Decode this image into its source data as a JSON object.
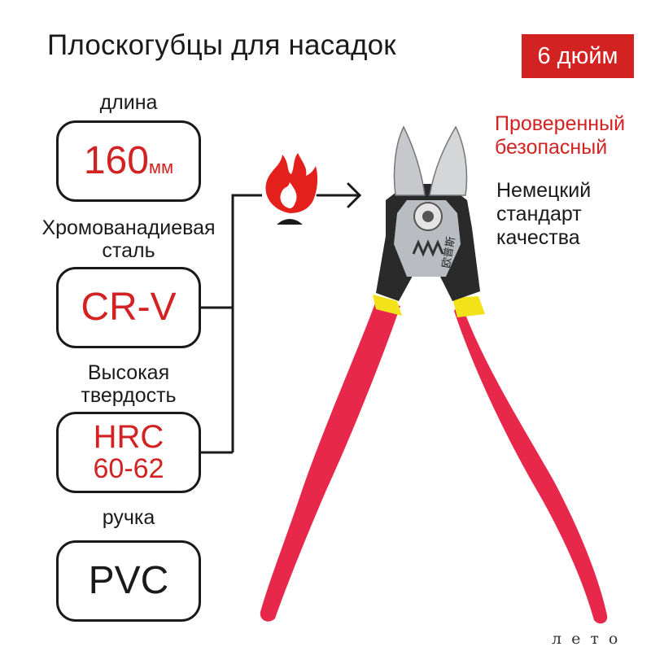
{
  "title": "Плоскогубцы для насадок",
  "size_badge": "6 дюйм",
  "specs": [
    {
      "label": "длина",
      "value": "160",
      "unit": "мм"
    },
    {
      "label_line1": "Хромованадиевая",
      "label_line2": "сталь",
      "value": "CR-V"
    },
    {
      "label_line1": "Высокая",
      "label_line2": "твердость",
      "value_line1": "HRC",
      "value_line2": "60-62"
    },
    {
      "label": "ручка",
      "value": "PVC"
    }
  ],
  "right_text": {
    "red_line1": "Проверенный",
    "red_line2": "безопасный",
    "black_line1": "Немецкий",
    "black_line2": "стандарт",
    "black_line3": "качества"
  },
  "plier_brand": "欧普斯",
  "watermark": "лето",
  "colors": {
    "accent_red": "#d32222",
    "handle_red": "#e8284a",
    "handle_yellow": "#f2e21a",
    "text_dark": "#1a1a1a"
  },
  "icons": [
    "flame-icon",
    "arrow-right-icon"
  ]
}
